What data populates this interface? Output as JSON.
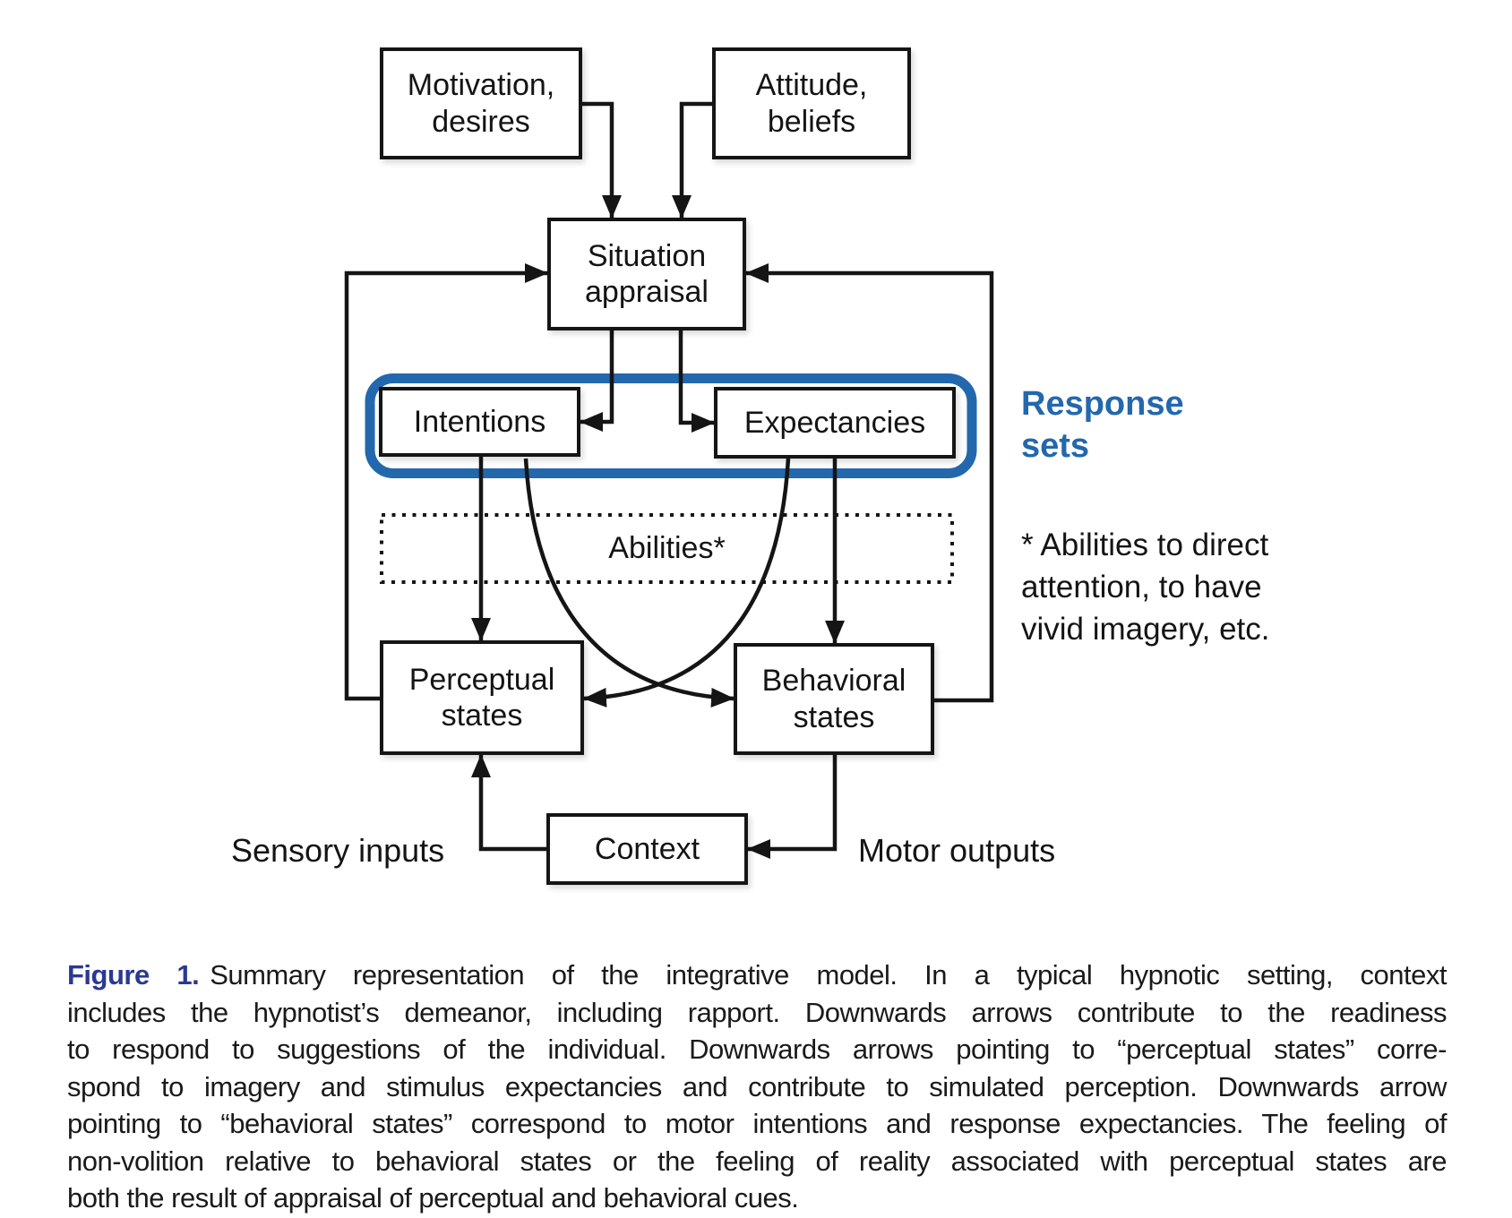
{
  "diagram": {
    "nodes": {
      "motivation": {
        "label": "Motivation,\ndesires"
      },
      "attitude": {
        "label": "Attitude,\nbeliefs"
      },
      "situation": {
        "label": "Situation\nappraisal"
      },
      "intentions": {
        "label": "Intentions"
      },
      "expectancies": {
        "label": "Expectancies"
      },
      "abilities": {
        "label": "Abilities*"
      },
      "perceptual": {
        "label": "Perceptual\nstates"
      },
      "behavioral": {
        "label": "Behavioral\nstates"
      },
      "context": {
        "label": "Context"
      }
    },
    "annotations": {
      "response_sets": "Response\nsets",
      "abilities_note": "* Abilities to direct\nattention, to have\nvivid imagery, etc.",
      "sensory_inputs": "Sensory inputs",
      "motor_outputs": "Motor outputs"
    },
    "colors": {
      "accent_blue": "#2368ad",
      "line_black": "#151515",
      "figure_label_blue": "#2b3990"
    }
  },
  "caption": {
    "figure_label": "Figure 1.",
    "lines": [
      "Summary representation of the integrative model. In a typical hypnotic setting, context",
      "includes the hypnotist’s demeanor, including rapport. Downwards arrows contribute to the readiness",
      "to respond to suggestions of the individual. Downwards arrows pointing to “perceptual states” corre-",
      "spond to imagery and stimulus expectancies and contribute to simulated perception. Downwards arrow",
      "pointing to “behavioral states” correspond to motor intentions and response expectancies. The feeling of",
      "non-volition relative to behavioral states or the feeling of reality associated with perceptual states are",
      "both the result of appraisal of perceptual and behavioral cues."
    ]
  }
}
